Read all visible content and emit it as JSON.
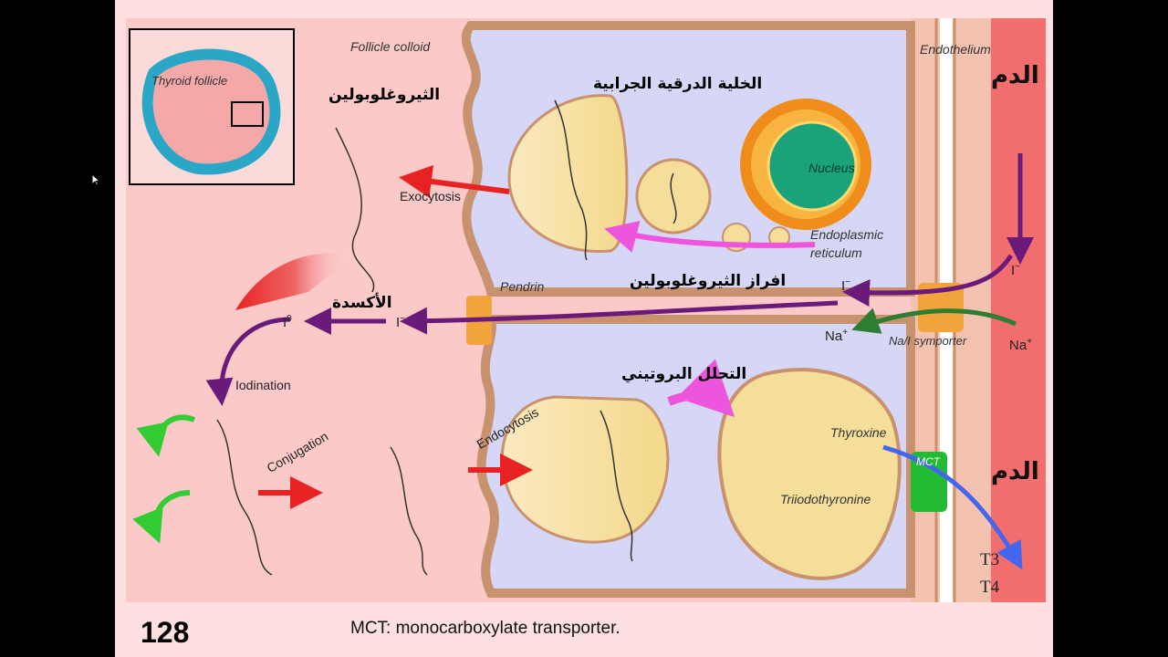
{
  "slide_number": "128",
  "footnote": "MCT: monocarboxylate transporter.",
  "labels": {
    "thyroid_follicle": "Thyroid follicle",
    "follicle_colloid": "Follicle colloid",
    "endothelium": "Endothelium",
    "thyroglobulin_ar": "الثيروغلوبولين",
    "follicular_cell_ar": "الخلية الدرقية الجرابية",
    "nucleus": "Nucleus",
    "exocytosis": "Exocytosis",
    "endoplasmic": "Endoplasmic",
    "reticulum": "reticulum",
    "pendrin": "Pendrin",
    "thyroglobulin_secretion_ar": "افراز الثيروغلوبولين",
    "oxidation_ar": "الأكسدة",
    "iodine_atom": "I",
    "iodine_atom_sup": "0",
    "iodide": "I",
    "iodide_sup": "−",
    "sodium": "Na",
    "sodium_sup": "+",
    "na_i_symporter": "Na/I symporter",
    "iodination": "Iodination",
    "conjugation": "Conjugation",
    "endocytosis": "Endocytosis",
    "proteolysis_ar": "التحلل البروتيني",
    "thyroxine": "Thyroxine",
    "triiodothyronine": "Triiodothyronine",
    "mct": "MCT",
    "blood_ar": "الدم",
    "t3": "T3",
    "t4": "T4"
  },
  "colors": {
    "slide_bg": "#fde0df",
    "figure_bg": "#fbc9c8",
    "cell_fill": "#d6d6f6",
    "cell_membrane": "#c9926e",
    "vesicle_fill": "#f5dd9a",
    "blood": "#f26d6d",
    "iodide_arrow": "#6a1b7a",
    "sodium_arrow": "#2e7d32",
    "secretion_arrow": "#ee55dd",
    "exo_arrow": "#e82222",
    "mct_green": "#22bb33",
    "output_arrow": "#4466ee",
    "nucleus": "#1aa37a",
    "er_orange": "#f08c1a"
  }
}
